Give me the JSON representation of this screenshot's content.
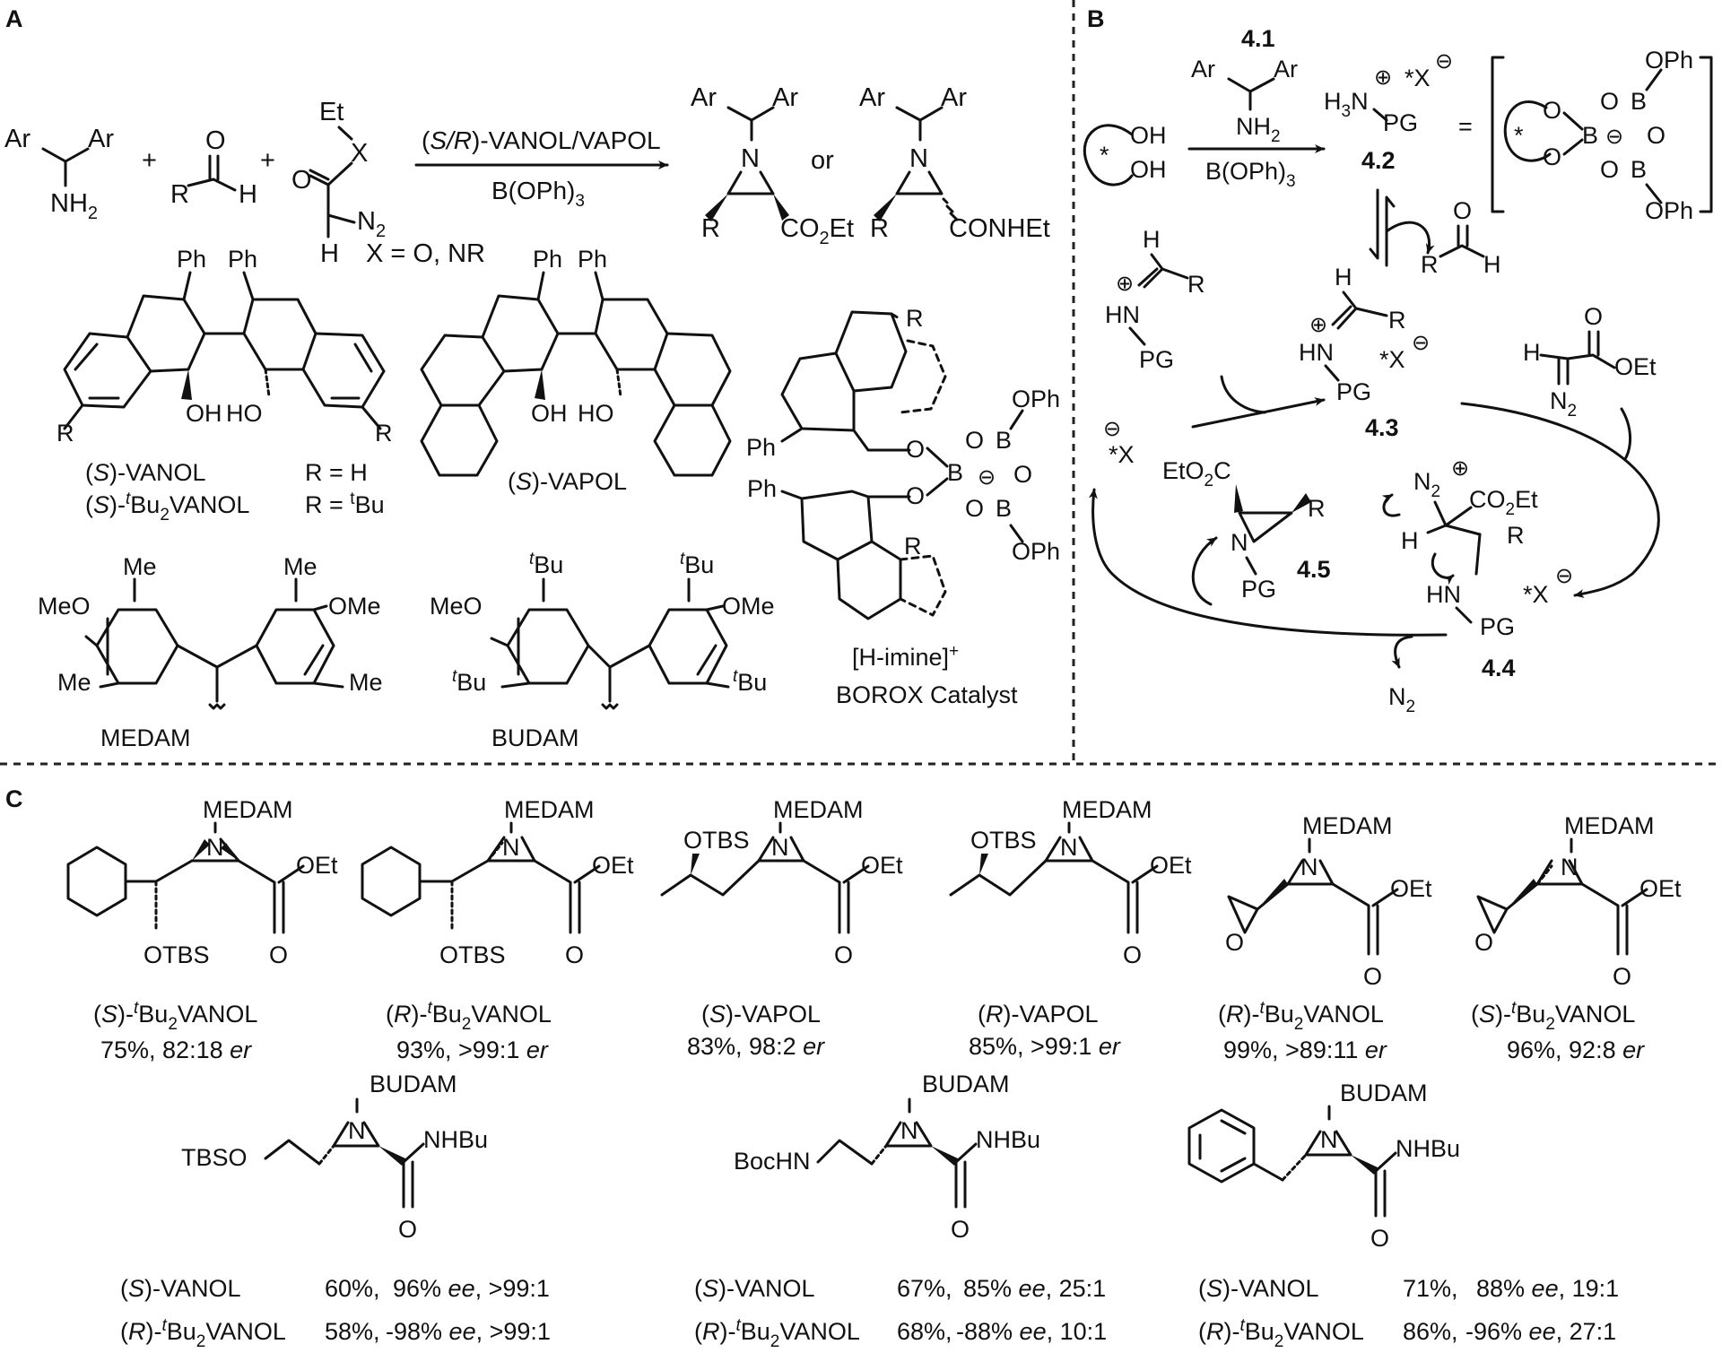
{
  "panels": {
    "a": "A",
    "b": "B",
    "c": "C"
  },
  "panel_a": {
    "reactant_amine": {
      "ar1": "Ar",
      "ar2": "Ar",
      "nh2": "NH",
      "nh2_sub": "2"
    },
    "plus": "+",
    "aldehyde": {
      "o": "O",
      "r": "R",
      "h": "H"
    },
    "diazo": {
      "et": "Et",
      "x": "X",
      "o": "O",
      "n2": "N",
      "n2_sub": "2",
      "h": "H",
      "x_def": "X = O, NR"
    },
    "arrow_top_pre": "(",
    "arrow_top_italic": "S/R",
    "arrow_top_post": ")-VANOL/VAPOL",
    "arrow_bottom": "B(OPh)",
    "arrow_bottom_sub": "3",
    "or_label": "or",
    "product1": {
      "ar1": "Ar",
      "ar2": "Ar",
      "n": "N",
      "r": "R",
      "ester": "CO",
      "ester_sub": "2",
      "ester_post": "Et"
    },
    "product2": {
      "ar1": "Ar",
      "ar2": "Ar",
      "n": "N",
      "r": "R",
      "amide": "CONHEt"
    },
    "vanol": {
      "ph1": "Ph",
      "ph2": "Ph",
      "oh1": "OH",
      "ho2": "HO",
      "r1": "R",
      "r2": "R",
      "label1_pre": "(",
      "label1_it": "S",
      "label1_post": ")-VANOL",
      "r_eq1": "R = H",
      "label2_pre": "(",
      "label2_it": "S",
      "label2_mid": ")-",
      "label2_sup": "t",
      "label2_post1": "Bu",
      "label2_sub": "2",
      "label2_post2": "VANOL",
      "r_eq2_pre": "R = ",
      "r_eq2_sup": "t",
      "r_eq2_post": "Bu"
    },
    "vapol": {
      "ph1": "Ph",
      "ph2": "Ph",
      "oh1": "OH",
      "ho2": "HO",
      "label_pre": "(",
      "label_it": "S",
      "label_post": ")-VAPOL"
    },
    "borox": {
      "r1": "R",
      "r2": "R",
      "ph1": "Ph",
      "ph2": "Ph",
      "o1": "O",
      "o2": "O",
      "b1": "B",
      "b2": "B",
      "b3": "B",
      "o3": "O",
      "o4": "O",
      "o5": "O",
      "o6": "O",
      "oph1": "OPh",
      "oph2": "OPh",
      "minus": "⊖",
      "imine": "[H-imine]",
      "imine_sup": "+",
      "label": "BOROX Catalyst"
    },
    "medam": {
      "me1": "Me",
      "me2": "Me",
      "me3": "Me",
      "me4": "Me",
      "meo": "MeO",
      "ome": "OMe",
      "label": "MEDAM"
    },
    "budam": {
      "tbu1_sup": "t",
      "tbu1": "Bu",
      "tbu2_sup": "t",
      "tbu2": "Bu",
      "tbu3_sup": "t",
      "tbu3": "Bu",
      "tbu4_sup": "t",
      "tbu4": "Bu",
      "meo": "MeO",
      "ome": "OMe",
      "label": "BUDAM"
    }
  },
  "panel_b": {
    "reagent_label": "4.1",
    "ar1": "Ar",
    "ar2": "Ar",
    "nh2": "NH",
    "nh2_sub": "2",
    "diol_oh1": "OH",
    "diol_oh2": "OH",
    "star": "*",
    "arrow_bottom": "B(OPh)",
    "arrow_bottom_sub": "3",
    "salt": {
      "h3n": "H",
      "h3n_sub": "3",
      "n": "N",
      "pg": "PG",
      "plus": "⊕",
      "x": "*X",
      "minus": "⊖",
      "label": "4.2"
    },
    "equals": "=",
    "borate": {
      "o1": "O",
      "o2": "O",
      "b1": "B",
      "b2": "B",
      "b3": "B",
      "o3": "O",
      "o4": "O",
      "o5": "O",
      "o6": "O",
      "oph1": "OPh",
      "oph2": "OPh",
      "minus": "⊖",
      "star": "*"
    },
    "aldehyde": {
      "o": "O",
      "r": "R",
      "h": "H"
    },
    "iminium_free": {
      "h": "H",
      "r": "R",
      "hn": "HN",
      "pg": "PG",
      "plus": "⊕"
    },
    "ion_pair": {
      "h": "H",
      "r": "R",
      "hn": "HN",
      "pg": "PG",
      "plus": "⊕",
      "x": "*X",
      "minus": "⊖",
      "label": "4.3"
    },
    "diazo": {
      "o": "O",
      "h": "H",
      "oet": "OEt",
      "n2": "N",
      "n2_sub": "2"
    },
    "anion": {
      "minus": "⊖",
      "x": "*X"
    },
    "aziridine": {
      "ester": "EtO",
      "ester_sub": "2",
      "ester_post": "C",
      "n": "N",
      "r": "R",
      "pg": "PG",
      "label": "4.5"
    },
    "intermediate": {
      "n2": "N",
      "n2_sub": "2",
      "plus": "⊕",
      "ester": "CO",
      "ester_sub": "2",
      "ester_post": "Et",
      "h": "H",
      "r": "R",
      "hn": "HN",
      "pg": "PG",
      "x": "*X",
      "minus": "⊖",
      "label": "4.4"
    },
    "n2_release": "N",
    "n2_release_sub": "2"
  },
  "panel_c": {
    "row1": [
      {
        "pg": "MEDAM",
        "n": "N",
        "otbs": "OTBS",
        "oet": "OEt",
        "o": "O",
        "cat_pre": "(",
        "cat_it": "S",
        "cat_mid": ")-",
        "cat_sup": "t",
        "cat_post1": "Bu",
        "cat_sub": "2",
        "cat_post2": "VANOL",
        "result": "75%, 82:18 ",
        "er": "er"
      },
      {
        "pg": "MEDAM",
        "n": "N",
        "otbs": "OTBS",
        "oet": "OEt",
        "o": "O",
        "cat_pre": "(",
        "cat_it": "R",
        "cat_mid": ")-",
        "cat_sup": "t",
        "cat_post1": "Bu",
        "cat_sub": "2",
        "cat_post2": "VANOL",
        "result": "93%, >99:1 ",
        "er": "er"
      },
      {
        "pg": "MEDAM",
        "n": "N",
        "otbs": "OTBS",
        "oet": "OEt",
        "o": "O",
        "cat_pre": "(",
        "cat_it": "S",
        "cat_mid": ")-VAPOL",
        "result": "83%, 98:2 ",
        "er": "er"
      },
      {
        "pg": "MEDAM",
        "n": "N",
        "otbs": "OTBS",
        "oet": "OEt",
        "o": "O",
        "cat_pre": "(",
        "cat_it": "R",
        "cat_mid": ")-VAPOL",
        "result": "85%, >99:1 ",
        "er": "er"
      },
      {
        "pg": "MEDAM",
        "n": "N",
        "ox": "O",
        "oet": "OEt",
        "o": "O",
        "cat_pre": "(",
        "cat_it": "R",
        "cat_mid": ")-",
        "cat_sup": "t",
        "cat_post1": "Bu",
        "cat_sub": "2",
        "cat_post2": "VANOL",
        "result": "99%, >89:11 ",
        "er": "er"
      },
      {
        "pg": "MEDAM",
        "n": "N",
        "ox": "O",
        "oet": "OEt",
        "o": "O",
        "cat_pre": "(",
        "cat_it": "S",
        "cat_mid": ")-",
        "cat_sup": "t",
        "cat_post1": "Bu",
        "cat_sub": "2",
        "cat_post2": "VANOL",
        "result": "96%, 92:8 ",
        "er": "er"
      }
    ],
    "row2": [
      {
        "pg": "BUDAM",
        "n": "N",
        "sub": "TBSO",
        "nhbu": "NHBu",
        "o": "O",
        "l1_pre": "(",
        "l1_it": "S",
        "l1_post": ")-VANOL",
        "l1_yield": "60%,",
        "l1_ee": "96% ",
        "l1_ee_it": "ee",
        "l1_dr": ", >99:1",
        "l2_pre": "(",
        "l2_it": "R",
        "l2_mid": ")-",
        "l2_sup": "t",
        "l2_p1": "Bu",
        "l2_sub": "2",
        "l2_p2": "VANOL",
        "l2_yield": "58%,",
        "l2_ee": "-98% ",
        "l2_ee_it": "ee",
        "l2_dr": ", >99:1"
      },
      {
        "pg": "BUDAM",
        "n": "N",
        "sub": "BocHN",
        "nhbu": "NHBu",
        "o": "O",
        "l1_pre": "(",
        "l1_it": "S",
        "l1_post": ")-VANOL",
        "l1_yield": "67%,",
        "l1_ee": "85% ",
        "l1_ee_it": "ee",
        "l1_dr": ", 25:1",
        "l2_pre": "(",
        "l2_it": "R",
        "l2_mid": ")-",
        "l2_sup": "t",
        "l2_p1": "Bu",
        "l2_sub": "2",
        "l2_p2": "VANOL",
        "l2_yield": "68%,",
        "l2_ee": "-88% ",
        "l2_ee_it": "ee",
        "l2_dr": ", 10:1"
      },
      {
        "pg": "BUDAM",
        "n": "N",
        "nhbu": "NHBu",
        "o": "O",
        "l1_pre": "(",
        "l1_it": "S",
        "l1_post": ")-VANOL",
        "l1_yield": "71%,",
        "l1_ee": "88% ",
        "l1_ee_it": "ee",
        "l1_dr": ", 19:1",
        "l2_pre": "(",
        "l2_it": "R",
        "l2_mid": ")-",
        "l2_sup": "t",
        "l2_p1": "Bu",
        "l2_sub": "2",
        "l2_p2": "VANOL",
        "l2_yield": "86%,",
        "l2_ee": "-96% ",
        "l2_ee_it": "ee",
        "l2_dr": ", 27:1"
      }
    ]
  }
}
